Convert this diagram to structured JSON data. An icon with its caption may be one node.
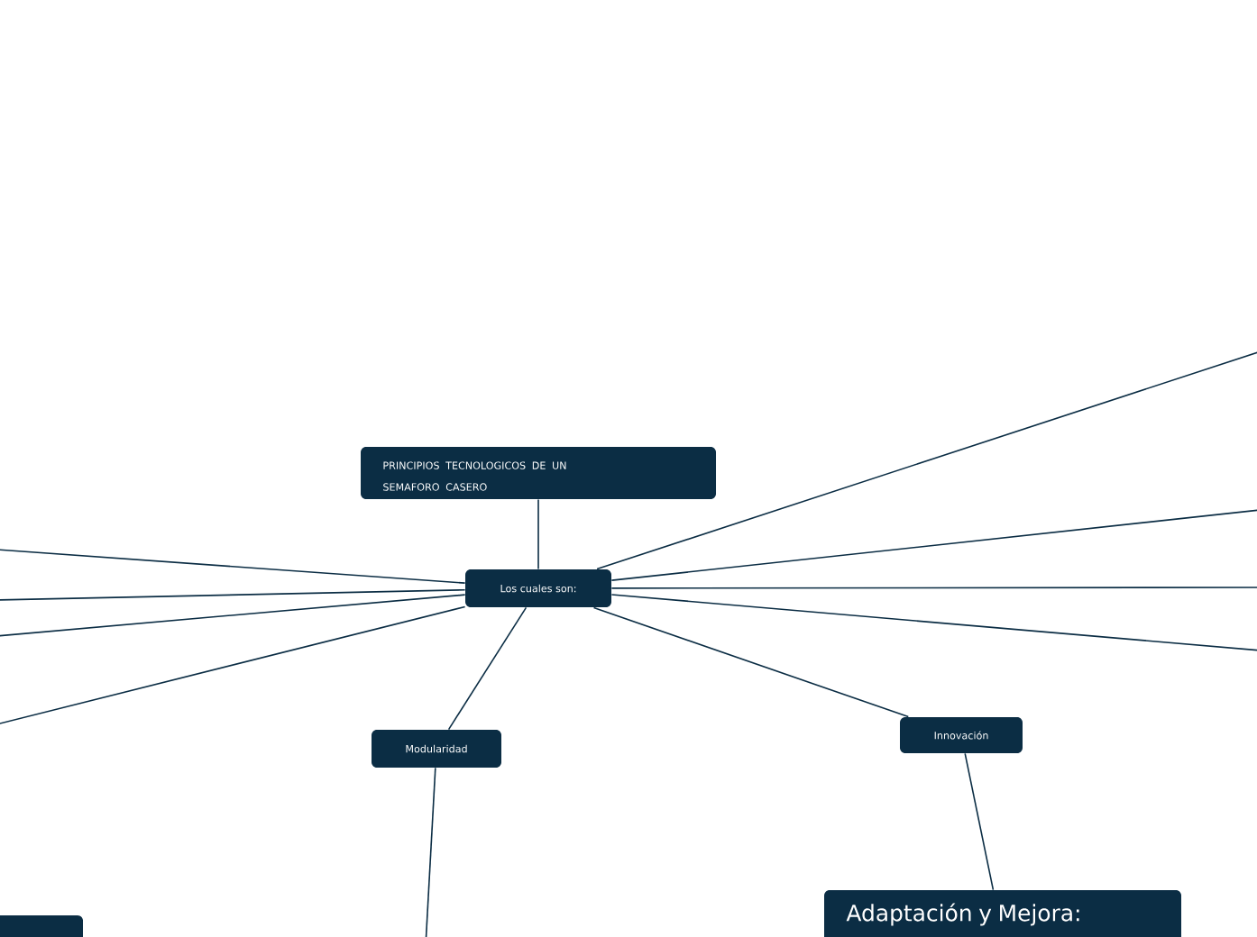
{
  "diagram": {
    "nodes": [
      {
        "text": [
          "PRINCIPIOS TECNOLOGICOS DE UN SEMAFORO CASERO"
        ]
      },
      {
        "text": [
          "Los cuales son:"
        ]
      },
      {
        "text": [
          "Modularidad"
        ]
      },
      {
        "text": [
          "Innovación"
        ]
      },
      {
        "text": [
          "Adaptación y Mejora:"
        ]
      },
      {
        "text": [],
        "shape": "box"
      }
    ],
    "edges": [
      {
        "from": 0,
        "to": 1,
        "arrow": "none"
      },
      {
        "from": 1,
        "to": 2,
        "arrow": "none"
      },
      {
        "from": 1,
        "to": 3,
        "arrow": "none"
      },
      {
        "from": 3,
        "to": 4,
        "arrow": "none"
      },
      {
        "from": 2,
        "to": null,
        "arrow": "none"
      },
      {
        "from": 1,
        "to": null,
        "arrow": "none"
      },
      {
        "from": 1,
        "to": null,
        "arrow": "none"
      },
      {
        "from": 1,
        "to": null,
        "arrow": "none"
      },
      {
        "from": 1,
        "to": null,
        "arrow": "none"
      },
      {
        "from": 1,
        "to": null,
        "arrow": "none"
      },
      {
        "from": 1,
        "to": null,
        "arrow": "none"
      },
      {
        "from": 1,
        "to": null,
        "arrow": "none"
      },
      {
        "from": 1,
        "to": null,
        "arrow": "none"
      }
    ]
  }
}
